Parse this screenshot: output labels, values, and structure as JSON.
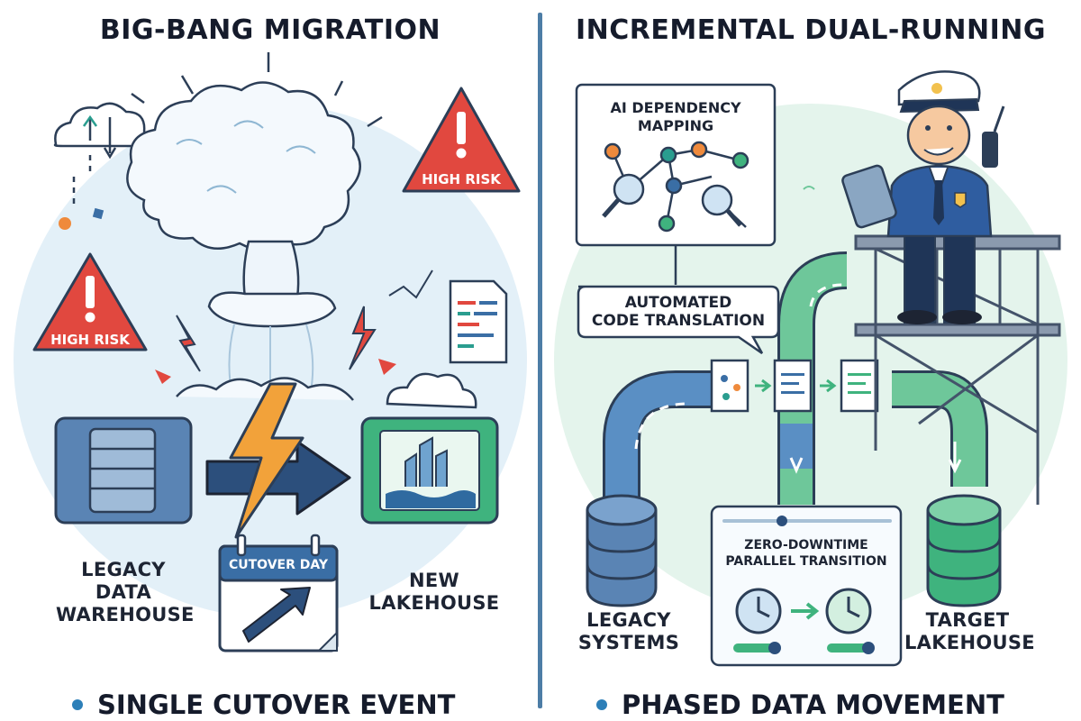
{
  "left_panel": {
    "title": "BIG-BANG MIGRATION",
    "risk_label_left": "HIGH RISK",
    "risk_label_right": "HIGH RISK",
    "cutover_label": "CUTOVER DAY",
    "legacy_label": [
      "LEGACY",
      "DATA",
      "WAREHOUSE"
    ],
    "new_label": [
      "NEW",
      "LAKEHOUSE"
    ],
    "bullet": "SINGLE CUTOVER EVENT"
  },
  "right_panel": {
    "title": "INCREMENTAL DUAL-RUNNING",
    "ai_box_label": [
      "AI DEPENDENCY",
      "MAPPING"
    ],
    "translation_label": [
      "AUTOMATED",
      "CODE TRANSLATION"
    ],
    "parallel_label": [
      "ZERO-DOWNTIME",
      "PARALLEL TRANSITION"
    ],
    "legacy_label": [
      "LEGACY",
      "SYSTEMS"
    ],
    "target_label": [
      "TARGET",
      "LAKEHOUSE"
    ],
    "bullet": "PHASED DATA MOVEMENT"
  },
  "colors": {
    "accent_blue": "#2d7fb8",
    "divider": "#4d7da6",
    "risk_red": "#e1483f",
    "lakehouse_green": "#3fb37e",
    "bolt_orange": "#f2a23a"
  }
}
